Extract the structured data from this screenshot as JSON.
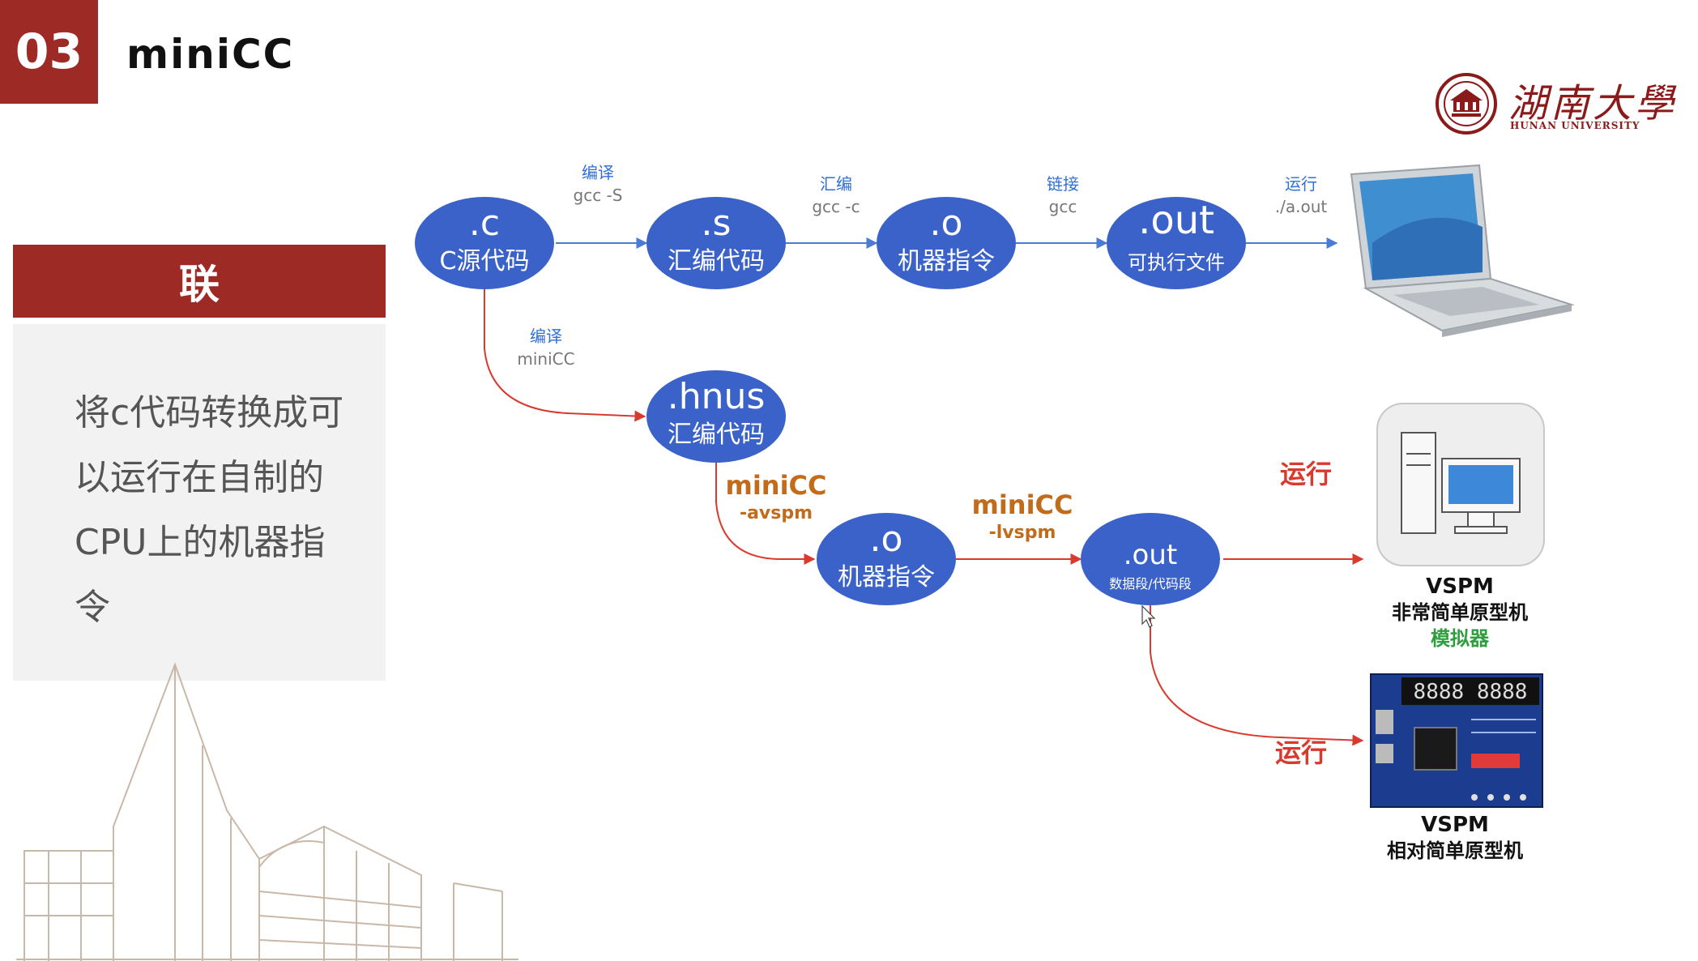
{
  "header": {
    "section_number": "03",
    "title": "miniCC"
  },
  "logo": {
    "name": "湖南大學",
    "subtitle": "HUNAN UNIVERSITY"
  },
  "sidebar": {
    "header": "联",
    "lines": [
      "将c代码转换成可",
      "以运行在自制的",
      "CPU上的机器指",
      "令"
    ]
  },
  "diagram": {
    "colors": {
      "node_fill": "#3a62c9",
      "gcc_edge": "#4a7bd6",
      "minicc_edge": "#d93a2e"
    },
    "nodes": {
      "c_src": {
        "main": ".c",
        "sub": "C源代码"
      },
      "s_asm": {
        "main": ".s",
        "sub": "汇编代码"
      },
      "o_gcc": {
        "main": ".o",
        "sub": "机器指令"
      },
      "out_gcc": {
        "main": ".out",
        "sub": "可执行文件"
      },
      "hnus": {
        "main": ".hnus",
        "sub": "汇编代码"
      },
      "o_minicc": {
        "main": ".o",
        "sub": "机器指令"
      },
      "out_minicc": {
        "main": ".out",
        "sub": "数据段/代码段"
      }
    },
    "edges": {
      "compile_gcc": {
        "label": "编译",
        "cmd": "gcc -S"
      },
      "assemble_gcc": {
        "label": "汇编",
        "cmd": "gcc -c"
      },
      "link_gcc": {
        "label": "链接",
        "cmd": "gcc"
      },
      "run_gcc": {
        "label": "运行",
        "cmd": "./a.out"
      },
      "compile_minicc": {
        "label": "编译",
        "cmd": "miniCC"
      },
      "assemble_minicc": {
        "label": "miniCC",
        "cmd": "-avspm"
      },
      "link_minicc": {
        "label": "miniCC",
        "cmd": "-lvspm"
      },
      "run_sim": {
        "label": "运行"
      },
      "run_board": {
        "label": "运行"
      }
    },
    "targets": {
      "laptop": {
        "icon": "laptop-icon"
      },
      "simulator": {
        "icon": "computer-icon",
        "name": "VSPM",
        "desc": "非常简单原型机",
        "tag": "模拟器"
      },
      "board": {
        "icon": "fpga-board-icon",
        "name": "VSPM",
        "desc": "相对简单原型机",
        "display": "8888 8888"
      }
    }
  }
}
